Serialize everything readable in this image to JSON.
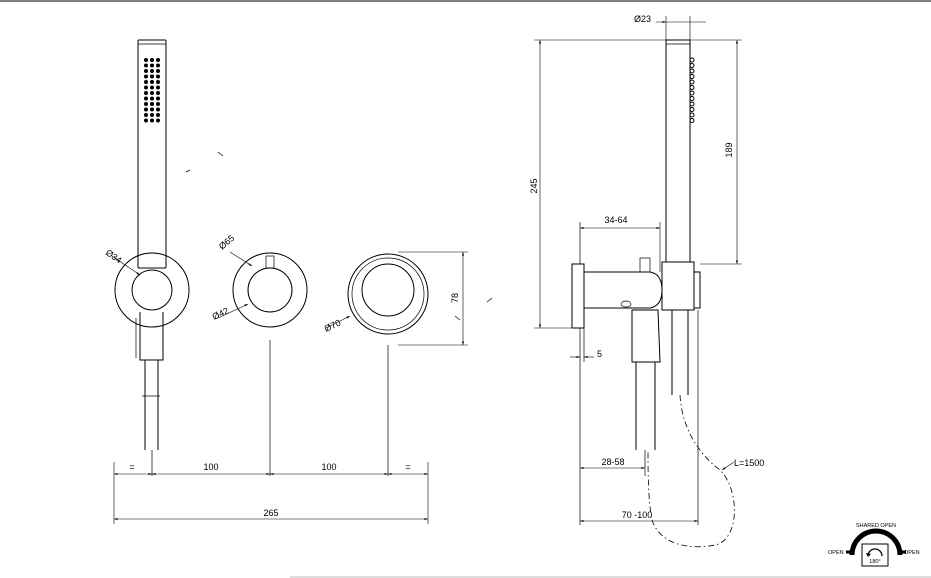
{
  "front_view": {
    "dia_34": "34",
    "dia_65": "65",
    "dia_42": "42",
    "dia_70": "70",
    "dim_78": "78",
    "eq_left": "=",
    "spacing_1": "100",
    "spacing_2": "100",
    "eq_right": "=",
    "overall_width": "265"
  },
  "side_view": {
    "dia_23": "23",
    "height_245": "245",
    "height_189": "189",
    "depth_34_64": "34-64",
    "thickness_5": "5",
    "depth_28_58": "28-58",
    "depth_70_100": "70 -100",
    "hose_length": "L=1500"
  },
  "mixer_symbol": {
    "shared_open": "SHARED OPEN",
    "open_left": "OPEN",
    "open_right": "OPEN",
    "angle": "180°"
  },
  "diameter_symbol": "Ø"
}
